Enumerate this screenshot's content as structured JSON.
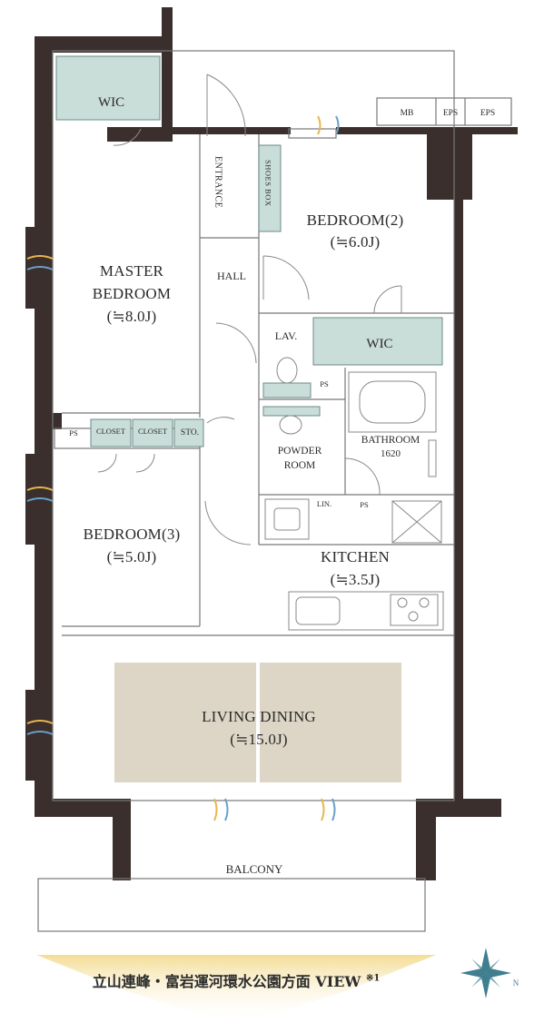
{
  "rooms": {
    "wic_top": "WIC",
    "entrance": "ENTRANCE",
    "shoes_box": "SHOES BOX",
    "bedroom2": "BEDROOM(2)",
    "bedroom2_size": "(≒6.0J)",
    "master": "MASTER",
    "master_bedroom": "BEDROOM",
    "master_size": "(≒8.0J)",
    "hall": "HALL",
    "lav": "LAV.",
    "wic_mid": "WIC",
    "ps1": "PS",
    "ps2": "PS",
    "ps3": "PS",
    "closet1": "CLOSET",
    "closet2": "CLOSET",
    "sto": "STO.",
    "powder": "POWDER",
    "powder_room": "ROOM",
    "bathroom": "BATHROOM",
    "bathroom_size": "1620",
    "lin": "LIN.",
    "bedroom3": "BEDROOM(3)",
    "bedroom3_size": "(≒5.0J)",
    "kitchen": "KITCHEN",
    "kitchen_size": "(≒3.5J)",
    "living": "LIVING DINING",
    "living_size": "(≒15.0J)",
    "balcony": "BALCONY"
  },
  "meters": [
    "MB",
    "EPS",
    "EPS"
  ],
  "view": {
    "text": "立山連峰・富岩運河環水公園方面 VIEW",
    "note": "※1"
  },
  "compass": {
    "label": "N"
  },
  "colors": {
    "wall": "#3a2f2c",
    "storage": "#c9ddd9",
    "floor_mat": "#ddd5c6",
    "view_band": "#f3d98a",
    "compass": "#3f7f8f"
  }
}
